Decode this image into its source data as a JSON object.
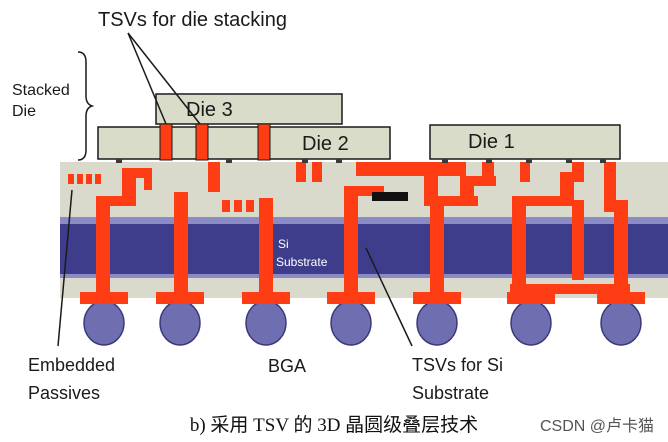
{
  "labels": {
    "tsv_die_stacking": "TSVs for die stacking",
    "stacked_die_line1": "Stacked",
    "stacked_die_line2": "Die",
    "die3": "Die 3",
    "die2": "Die 2",
    "die1": "Die 1",
    "si_substrate_line1": "Si",
    "si_substrate_line2": "Substrate",
    "embedded_passives_line1": "Embedded",
    "embedded_passives_line2": "Passives",
    "bga": "BGA",
    "tsv_si_substrate_line1": "TSVs for Si",
    "tsv_si_substrate_line2": "Substrate"
  },
  "caption": "b)  采用 TSV 的 3D 晶圆级叠层技术",
  "watermark": "CSDN @卢卡猫",
  "colors": {
    "substrate_layer": "#d9d9cc",
    "si_core": "#3d3d8c",
    "si_core_edge": "#8a8ac4",
    "interconnect": "#ff3d14",
    "die_fill": "#d8dcc8",
    "die_stroke": "#1a1a1a",
    "bga_ball": "#6e6eb0"
  }
}
